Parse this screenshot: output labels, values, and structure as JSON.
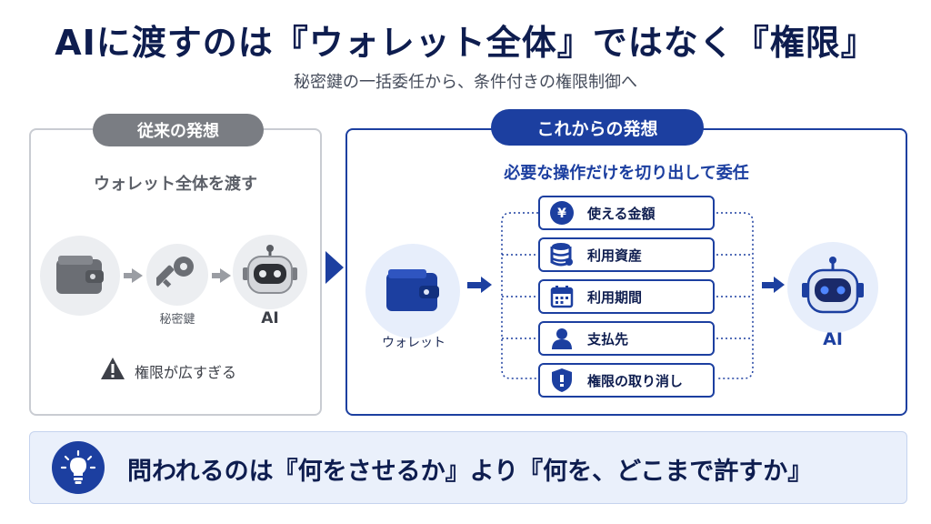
{
  "title": "AIに渡すのは『ウォレット全体』ではなく『権限』",
  "subtitle": "秘密鍵の一括委任から、条件付きの権限制御へ",
  "left": {
    "pill": "従来の発想",
    "heading": "ウォレット全体を渡す",
    "flow": [
      {
        "icon": "wallet-icon",
        "label": ""
      },
      {
        "icon": "key-icon",
        "label": "秘密鍵"
      },
      {
        "icon": "robot-icon",
        "label": "AI"
      }
    ],
    "warning": "権限が広すぎる"
  },
  "right": {
    "pill": "これからの発想",
    "heading": "必要な操作だけを切り出して委任",
    "wallet_label": "ウォレット",
    "ai_label": "AI",
    "permissions": [
      {
        "icon": "yen-icon",
        "label": "使える金額"
      },
      {
        "icon": "database-icon",
        "label": "利用資産"
      },
      {
        "icon": "calendar-icon",
        "label": "利用期間"
      },
      {
        "icon": "person-icon",
        "label": "支払先"
      },
      {
        "icon": "shield-icon",
        "label": "権限の取り消し"
      }
    ]
  },
  "banner": {
    "icon": "lightbulb-icon",
    "text": "問われるのは『何をさせるか』より『何を、どこまで許すか』"
  },
  "colors": {
    "navy": "#0e1d4f",
    "blue": "#1c3fa0",
    "gray": "#7a7d83",
    "light_blue": "#eaf0fb"
  }
}
